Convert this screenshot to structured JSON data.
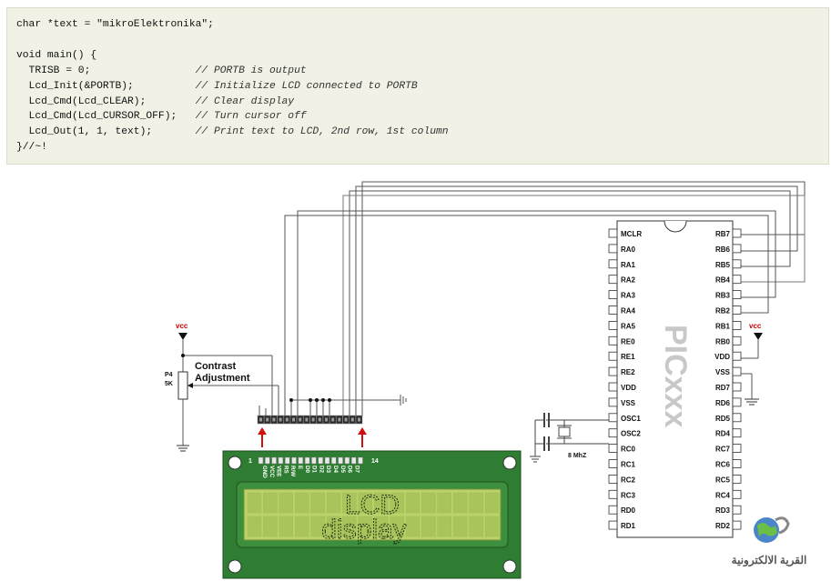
{
  "code": {
    "lines": [
      {
        "code": "char *text = \"mikroElektronika\";",
        "comment": ""
      },
      {
        "code": "",
        "comment": ""
      },
      {
        "code": "void main() {",
        "comment": ""
      },
      {
        "code": "  TRISB = 0;                 ",
        "comment": "// PORTB is output"
      },
      {
        "code": "  Lcd_Init(&PORTB);          ",
        "comment": "// Initialize LCD connected to PORTB"
      },
      {
        "code": "  Lcd_Cmd(Lcd_CLEAR);        ",
        "comment": "// Clear display"
      },
      {
        "code": "  Lcd_Cmd(Lcd_CURSOR_OFF);   ",
        "comment": "// Turn cursor off"
      },
      {
        "code": "  Lcd_Out(1, 1, text);       ",
        "comment": "// Print text to LCD, 2nd row, 1st column"
      },
      {
        "code": "}//~!",
        "comment": ""
      }
    ]
  },
  "schematic": {
    "mcu": {
      "name": "PICxxx",
      "left_pins": [
        "MCLR",
        "RA0",
        "RA1",
        "RA2",
        "RA3",
        "RA4",
        "RA5",
        "RE0",
        "RE1",
        "RE2",
        "VDD",
        "VSS",
        "OSC1",
        "OSC2",
        "RC0",
        "RC1",
        "RC2",
        "RC3",
        "RD0",
        "RD1"
      ],
      "right_pins": [
        "RB7",
        "RB6",
        "RB5",
        "RB4",
        "RB3",
        "RB2",
        "RB1",
        "RB0",
        "VDD",
        "VSS",
        "RD7",
        "RD6",
        "RD5",
        "RD4",
        "RC7",
        "RC6",
        "RC5",
        "RC4",
        "RD3",
        "RD2"
      ]
    },
    "vcc_left": "vcc",
    "vcc_right": "vcc",
    "pot": {
      "ref": "P4",
      "value": "5K"
    },
    "contrast_line1": "Contrast",
    "contrast_line2": "Adjustment",
    "crystal": "8 MhZ",
    "lcd": {
      "pin_first": "1",
      "pin_last": "14",
      "pin_labels": [
        "GND",
        "VCC",
        "VEE",
        "RS",
        "R/W",
        "E",
        "D0",
        "D1",
        "D2",
        "D3",
        "D4",
        "D5",
        "D6",
        "D7"
      ],
      "line1": "LCD",
      "line2": "display"
    },
    "watermark": "القرية الالكترونية",
    "colors": {
      "lcd_board": "#2f7d32",
      "lcd_screen": "#b9d36a",
      "vcc": "#cc0000",
      "arrow": "#d01010"
    }
  }
}
